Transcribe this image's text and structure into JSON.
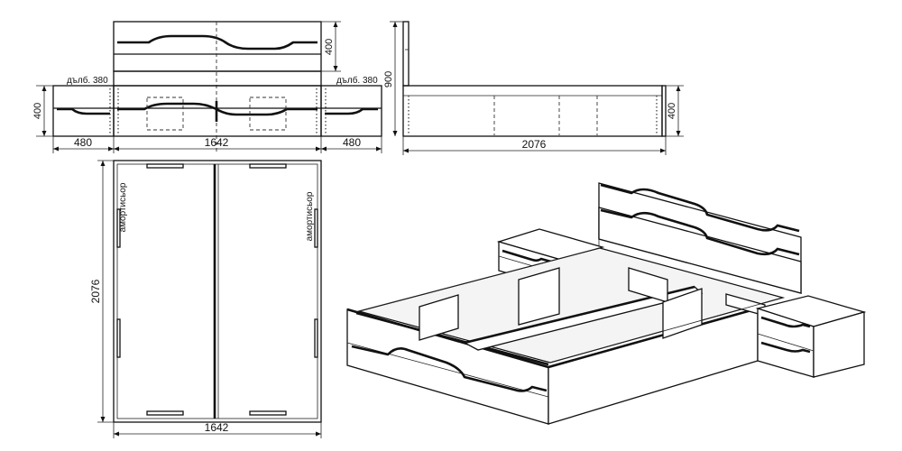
{
  "colors": {
    "line": "#111111",
    "background": "#ffffff",
    "panel": "#f4f4f4"
  },
  "front_view": {
    "depth_left": "дълб. 380",
    "depth_right": "дълб. 380",
    "headboard_height": "400",
    "nightstand_height": "400",
    "nightstand_width_left": "480",
    "bed_width": "1642",
    "nightstand_width_right": "480"
  },
  "side_view": {
    "total_height": "900",
    "frame_height": "400",
    "length": "2076"
  },
  "top_view": {
    "length": "2076",
    "width": "1642",
    "shock_absorber_left": "амортисьор",
    "shock_absorber_right": "амортисьор"
  }
}
